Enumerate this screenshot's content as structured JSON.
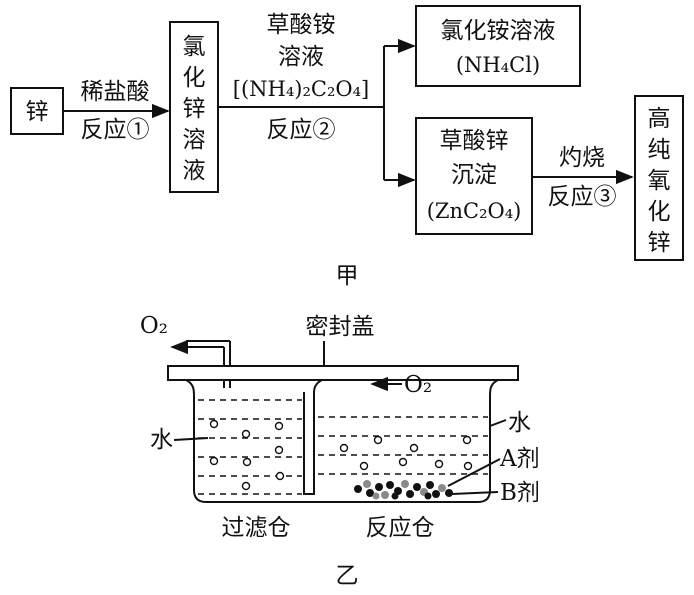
{
  "diagram_jia": {
    "zinc": "锌",
    "reagent1": "稀盐酸",
    "reaction1": "反应①",
    "zncl2_chars": [
      "氯",
      "化",
      "锌",
      "溶",
      "液"
    ],
    "reagent2_line1": "草酸铵",
    "reagent2_line2": "溶液",
    "reagent2_formula": "[(NH₄)₂C₂O₄]",
    "reaction2": "反应②",
    "nh4cl_name": "氯化铵溶液",
    "nh4cl_formula": "(NH₄Cl)",
    "precipitate_line1": "草酸锌",
    "precipitate_line2": "沉淀",
    "precipitate_formula": "(ZnC₂O₄)",
    "step3_label": "灼烧",
    "reaction3": "反应③",
    "zno_chars": [
      "高",
      "纯",
      "氧",
      "化",
      "锌"
    ],
    "caption": "甲"
  },
  "diagram_yi": {
    "o2_out": "O₂",
    "lid": "密封盖",
    "o2_flow": "O₂",
    "water_left": "水",
    "water_right": "水",
    "reagent_a": "A剂",
    "reagent_b": "B剂",
    "filter_chamber": "过滤仓",
    "reaction_chamber": "反应仓",
    "caption": "乙"
  },
  "colors": {
    "ink": "#111111",
    "gray_particle": "#8a8a8a"
  }
}
